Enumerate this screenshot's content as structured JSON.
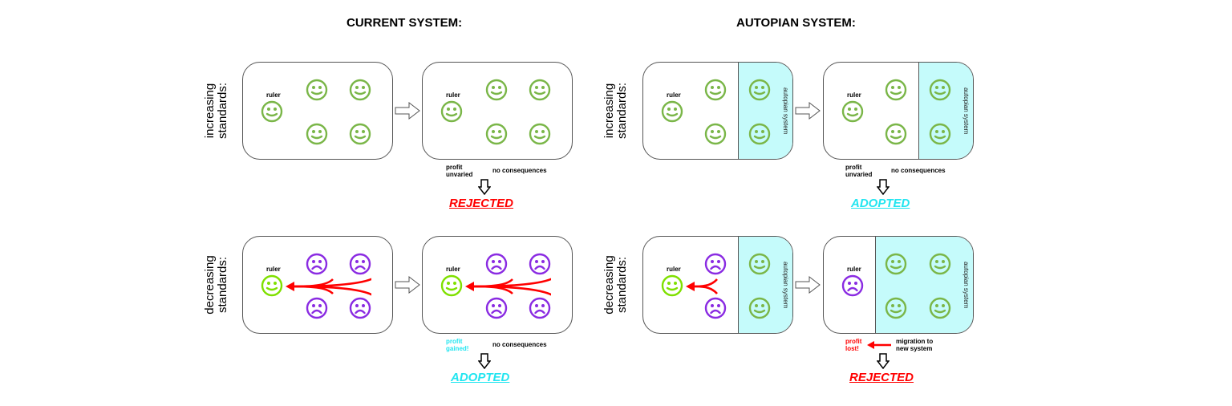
{
  "titles": {
    "current": "CURRENT SYSTEM:",
    "autopian": "AUTOPIAN SYSTEM:"
  },
  "row_labels": {
    "increasing": "increasing standards:",
    "decreasing": "decreasing standards:"
  },
  "ruler_label": "ruler",
  "autopian_label": "autopian system",
  "notes": {
    "profit_unvaried": "profit unvaried",
    "profit_gained": "profit gained!",
    "profit_lost": "profit lost!",
    "no_consequences": "no consequences",
    "migration": "migration to new system"
  },
  "verdicts": {
    "rejected": "REJECTED",
    "adopted": "ADOPTED"
  },
  "colors": {
    "happy": "#7ab648",
    "ruler_happy": "#7fe000",
    "sad": "#8a2be2",
    "arrow": "#ff0000",
    "autopian_bg": "#c5fbfb",
    "rejected": "#ff0000",
    "adopted": "#22e5f0",
    "profit_gained": "#22e5f0",
    "profit_lost": "#ff0000"
  }
}
